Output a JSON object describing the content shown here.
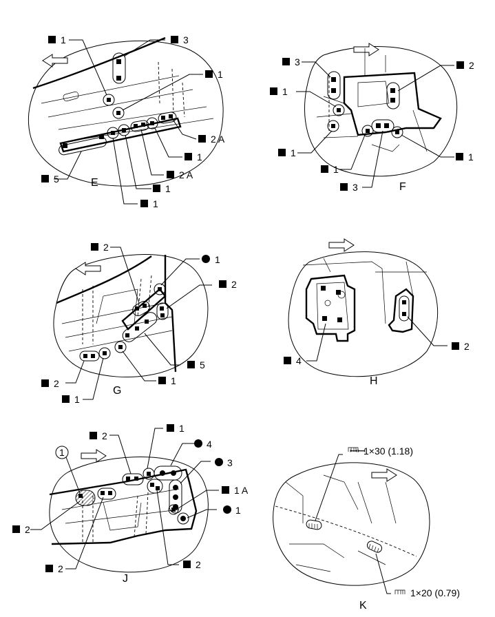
{
  "views": {
    "E": {
      "title": "E",
      "callouts": [
        "1",
        "3",
        "1",
        "2 A",
        "1",
        "2 A",
        "5",
        "1",
        "1"
      ]
    },
    "F": {
      "title": "F",
      "callouts": [
        "3",
        "2",
        "1",
        "1",
        "1",
        "1",
        "3"
      ]
    },
    "G": {
      "title": "G",
      "callouts": [
        "2",
        "1",
        "2",
        "5",
        "2",
        "1",
        "1"
      ]
    },
    "H": {
      "title": "H",
      "callouts": [
        "4",
        "2"
      ]
    },
    "J": {
      "title": "J",
      "callouts": [
        "1",
        "2",
        "1",
        "4",
        "3",
        "1 A",
        "1",
        "2",
        "2"
      ],
      "circled": "1"
    },
    "K": {
      "title": "K",
      "callouts": [
        "1×30 (1.18)",
        "1×20 (0.79)"
      ]
    }
  },
  "symbols": {
    "square": "square-weld-icon",
    "dot": "round-weld-icon",
    "hatch": "sealer-icon",
    "arrow": "direction-arrow-icon"
  }
}
